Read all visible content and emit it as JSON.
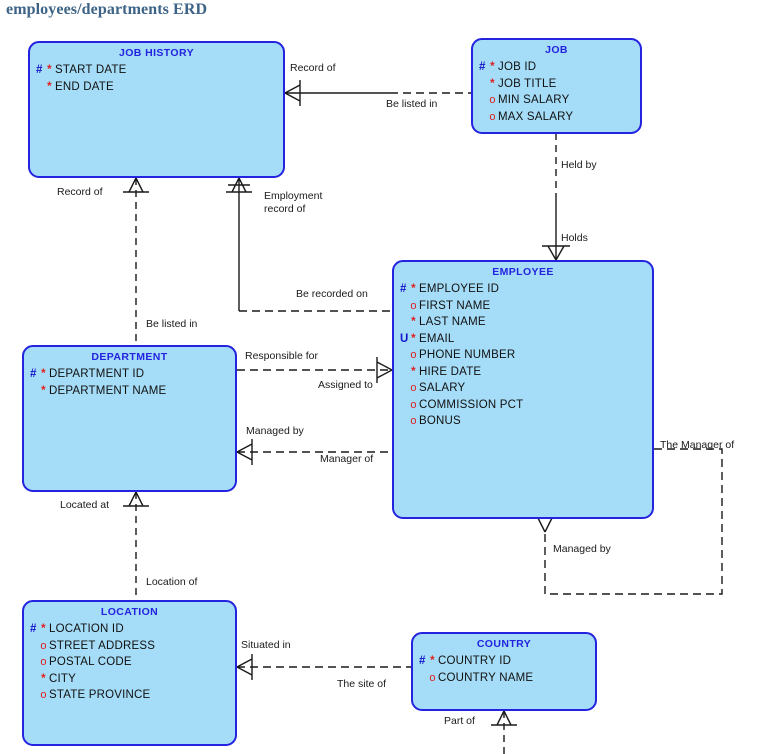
{
  "title": "employees/departments ERD",
  "theme": {
    "entity_fill": "#a5dcf7",
    "entity_border": "#2323e0",
    "entity_title_color": "#2323e0",
    "attribute_color": "#111111",
    "key_marker_color": "#1414c8",
    "required_marker_color": "#e02020",
    "connector_color": "#1a1a1a",
    "title_color": "#3d6387",
    "background": "#ffffff"
  },
  "markers": {
    "primary_key": "#",
    "unique": "U",
    "mandatory": "*",
    "optional": "o"
  },
  "entities": [
    {
      "id": "job-history",
      "name": "JOB HISTORY",
      "attributes": [
        {
          "key": "#",
          "req": "*",
          "name": "START DATE"
        },
        {
          "key": "",
          "req": "*",
          "name": "END DATE"
        }
      ]
    },
    {
      "id": "job",
      "name": "JOB",
      "attributes": [
        {
          "key": "#",
          "req": "*",
          "name": "JOB ID"
        },
        {
          "key": "",
          "req": "*",
          "name": "JOB TITLE"
        },
        {
          "key": "",
          "req": "o",
          "name": "MIN SALARY"
        },
        {
          "key": "",
          "req": "o",
          "name": "MAX SALARY"
        }
      ]
    },
    {
      "id": "employee",
      "name": "EMPLOYEE",
      "attributes": [
        {
          "key": "#",
          "req": "*",
          "name": "EMPLOYEE ID"
        },
        {
          "key": "",
          "req": "o",
          "name": "FIRST NAME"
        },
        {
          "key": "",
          "req": "*",
          "name": "LAST NAME"
        },
        {
          "key": "U",
          "req": "*",
          "name": "EMAIL"
        },
        {
          "key": "",
          "req": "o",
          "name": "PHONE NUMBER"
        },
        {
          "key": "",
          "req": "*",
          "name": "HIRE DATE"
        },
        {
          "key": "",
          "req": "o",
          "name": "SALARY"
        },
        {
          "key": "",
          "req": "o",
          "name": "COMMISSION PCT"
        },
        {
          "key": "",
          "req": "o",
          "name": "BONUS"
        }
      ]
    },
    {
      "id": "department",
      "name": "DEPARTMENT",
      "attributes": [
        {
          "key": "#",
          "req": "*",
          "name": "DEPARTMENT ID"
        },
        {
          "key": "",
          "req": "*",
          "name": "DEPARTMENT NAME"
        }
      ]
    },
    {
      "id": "location",
      "name": "LOCATION",
      "attributes": [
        {
          "key": "#",
          "req": "*",
          "name": "LOCATION ID"
        },
        {
          "key": "",
          "req": "o",
          "name": "STREET ADDRESS"
        },
        {
          "key": "",
          "req": "o",
          "name": "POSTAL CODE"
        },
        {
          "key": "",
          "req": "*",
          "name": "CITY"
        },
        {
          "key": "",
          "req": "o",
          "name": "STATE PROVINCE"
        }
      ]
    },
    {
      "id": "country",
      "name": "COUNTRY",
      "attributes": [
        {
          "key": "#",
          "req": "*",
          "name": "COUNTRY ID"
        },
        {
          "key": "",
          "req": "o",
          "name": "COUNTRY NAME"
        }
      ]
    }
  ],
  "relationships": [
    {
      "id": "jobhistory-job",
      "from": "JOB HISTORY",
      "to": "JOB",
      "from_label": "Record of",
      "to_label": "Be listed in"
    },
    {
      "id": "job-employee",
      "from": "JOB",
      "to": "EMPLOYEE",
      "from_label": "Held by",
      "to_label": "Holds"
    },
    {
      "id": "jobhistory-department",
      "from": "JOB HISTORY",
      "to": "DEPARTMENT",
      "from_label": "Record of",
      "to_label": "Be listed in"
    },
    {
      "id": "jobhistory-employee",
      "from": "JOB HISTORY",
      "to": "EMPLOYEE",
      "from_label": "Employment record of",
      "to_label": "Be recorded on"
    },
    {
      "id": "department-employee",
      "from": "DEPARTMENT",
      "to": "EMPLOYEE",
      "from_label": "Responsible for",
      "to_label": "Assigned to"
    },
    {
      "id": "department-manager",
      "from": "DEPARTMENT",
      "to": "EMPLOYEE",
      "from_label": "Managed by",
      "to_label": "Manager of"
    },
    {
      "id": "employee-manager",
      "from": "EMPLOYEE",
      "to": "EMPLOYEE",
      "from_label": "The Manager of",
      "to_label": "Managed by"
    },
    {
      "id": "department-location",
      "from": "DEPARTMENT",
      "to": "LOCATION",
      "from_label": "Located at",
      "to_label": "Location of"
    },
    {
      "id": "location-country",
      "from": "LOCATION",
      "to": "COUNTRY",
      "from_label": "Situated in",
      "to_label": "The site of"
    },
    {
      "id": "country-region",
      "from": "COUNTRY",
      "to": "",
      "from_label": "Part of",
      "to_label": ""
    }
  ],
  "labels": {
    "record_of_job": "Record of",
    "be_listed_in_job": "Be listed in",
    "held_by": "Held by",
    "holds": "Holds",
    "record_of_dept": "Record of",
    "be_listed_in_dept": "Be listed in",
    "employment_record_of_1": "Employment",
    "employment_record_of_2": "record of",
    "be_recorded_on": "Be recorded on",
    "responsible_for": "Responsible for",
    "assigned_to": "Assigned to",
    "managed_by_dept": "Managed by",
    "manager_of": "Manager of",
    "the_manager_of": "The Manager of",
    "managed_by_emp": "Managed by",
    "located_at": "Located at",
    "location_of": "Location of",
    "situated_in": "Situated in",
    "the_site_of": "The site of",
    "part_of": "Part of"
  }
}
